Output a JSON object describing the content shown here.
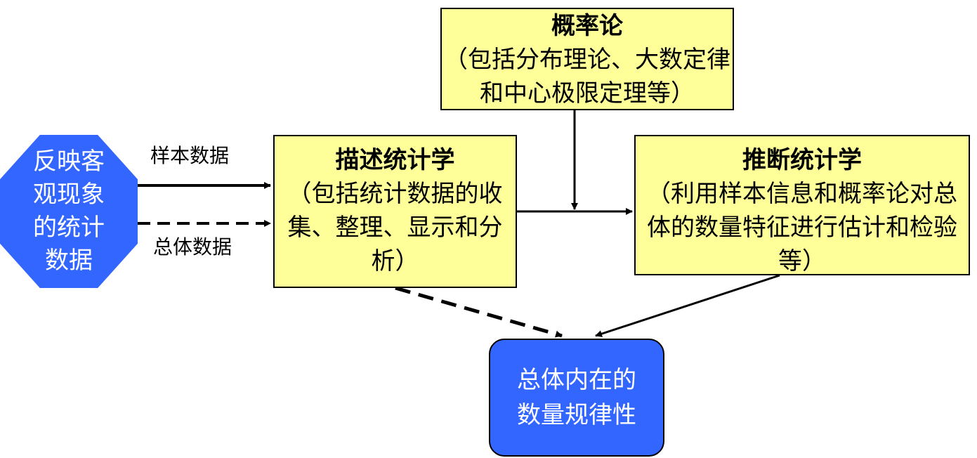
{
  "source_node": {
    "text": "反映客观现象的统计数据"
  },
  "edge_labels": {
    "sample": "样本数据",
    "population": "总体数据"
  },
  "probability_box": {
    "title": "概率论",
    "body": "（包括分布理论、大数定律和中心极限定理等）"
  },
  "descriptive_box": {
    "title": "描述统计学",
    "body": "（包括统计数据的收集、整理、显示和分析）"
  },
  "inferential_box": {
    "title": "推断统计学",
    "body": "（利用样本信息和概率论对总体的数量特征进行估计和检验等）"
  },
  "result_node": {
    "text": "总体内在的数量规律性"
  },
  "colors": {
    "box_fill": "#ffff99",
    "node_fill": "#3366ff",
    "line": "#000000"
  }
}
